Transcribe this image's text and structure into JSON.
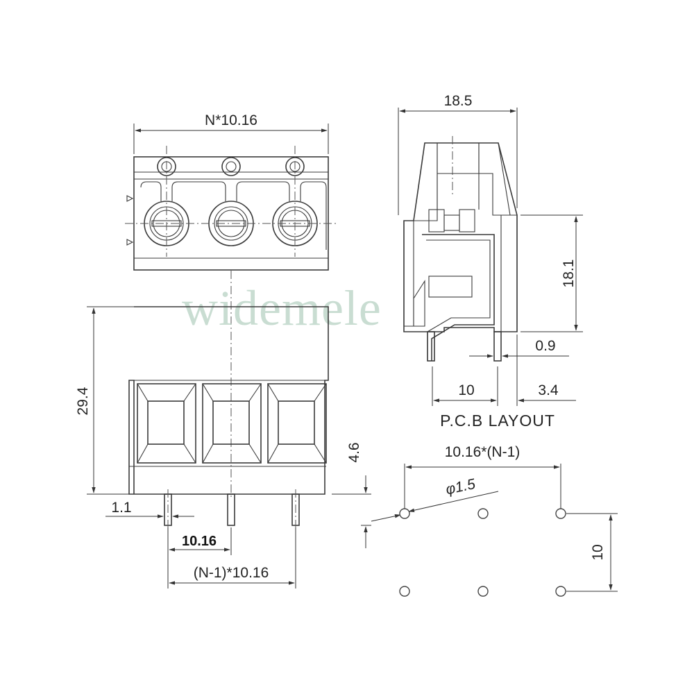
{
  "watermark": "widemele",
  "top_view": {
    "width_label": "N*10.16"
  },
  "side_view": {
    "width_label": "18.5",
    "height_label": "18.1",
    "pin_offset_label": "0.9",
    "pin_pitch_label": "10",
    "edge_offset_label": "3.4"
  },
  "front_view": {
    "height_label": "29.4",
    "pin_length_label": "4.6",
    "pin_width_label": "1.1",
    "pitch_label": "10.16",
    "span_label": "(N-1)*10.16"
  },
  "pcb_layout": {
    "title": "P.C.B LAYOUT",
    "span_label": "10.16*(N-1)",
    "hole_label": "φ1.5",
    "row_spacing_label": "10"
  }
}
